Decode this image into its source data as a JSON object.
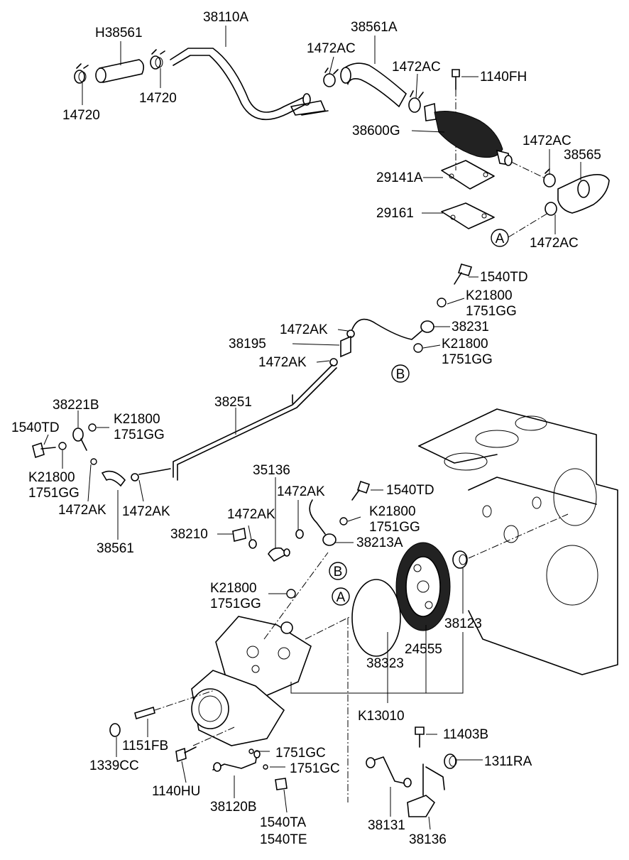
{
  "labels": {
    "h38561": "H38561",
    "p38110a": "38110A",
    "p38561a": "38561A",
    "p1472ac_a": "1472AC",
    "p1472ac_b": "1472AC",
    "p1140fh": "1140FH",
    "p14720_a": "14720",
    "p14720_b": "14720",
    "p38600g": "38600G",
    "p1472ac_c": "1472AC",
    "p38565": "38565",
    "p29141a": "29141A",
    "p29161": "29161",
    "p1472ac_d": "1472AC",
    "p1540td_a": "1540TD",
    "p21800_a": "K21800",
    "p1751gg_a": "1751GG",
    "p1472ak_a": "1472AK",
    "p38231": "38231",
    "p38195": "38195",
    "p21800_b": "K21800",
    "p1751gg_b": "1751GG",
    "p1472ak_b": "1472AK",
    "p38221b": "38221B",
    "p38251": "38251",
    "p21800_c": "K21800",
    "p1751gg_c": "1751GG",
    "p1540td_b": "1540TD",
    "p21800_d": "K21800",
    "p1751gg_d": "1751GG",
    "p1472ak_c": "1472AK",
    "p1472ak_d": "1472AK",
    "p38561": "38561",
    "p35136": "35136",
    "p1472ak_e": "1472AK",
    "p1540td_c": "1540TD",
    "p1472ak_f": "1472AK",
    "p21800_e": "K21800",
    "p1751gg_e": "1751GG",
    "p38210": "38210",
    "p38213a": "38213A",
    "p21800_f": "K21800",
    "p1751gg_f": "1751GG",
    "p38123": "38123",
    "p24555": "24555",
    "p38323": "38323",
    "k13010": "K13010",
    "p1151fb": "1151FB",
    "p1339cc": "1339CC",
    "p1751gc_a": "1751GC",
    "p1751gc_b": "1751GC",
    "p11403b": "11403B",
    "p1311ra": "1311RA",
    "p1140hu": "1140HU",
    "p38120b": "38120B",
    "p1540ta": "1540TA",
    "p1540te": "1540TE",
    "p38131": "38131",
    "p38136": "38136"
  },
  "refs": {
    "a": "A",
    "b": "B"
  }
}
